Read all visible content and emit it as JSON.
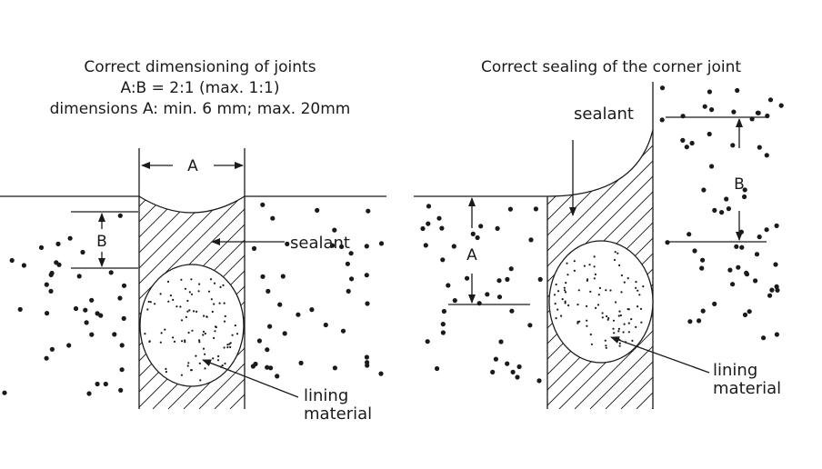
{
  "left_diagram": {
    "title_lines": [
      "Correct dimensioning of joints",
      "A:B = 2:1 (max. 1:1)",
      "dimensions A: min. 6 mm; max. 20mm"
    ],
    "label_a": "A",
    "label_b": "B",
    "sealant_label": "sealant",
    "lining_label_lines": [
      "lining",
      "material"
    ]
  },
  "right_diagram": {
    "title": "Correct sealing of the corner joint",
    "label_a": "A",
    "label_b": "B",
    "sealant_label": "sealant",
    "lining_label_lines": [
      "lining",
      "material"
    ]
  },
  "colors": {
    "ink": "#1a1a1a",
    "background": "#ffffff"
  }
}
